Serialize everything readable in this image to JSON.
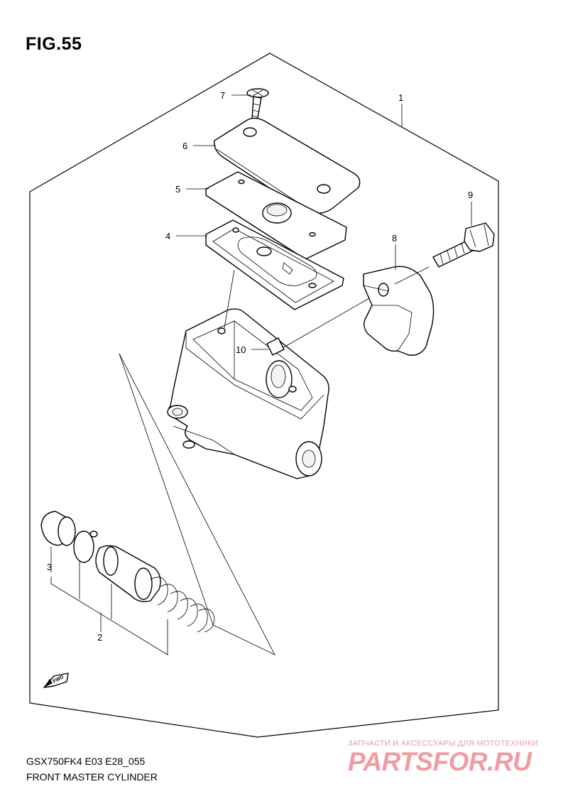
{
  "figure": {
    "title": "FIG.55",
    "model_code": "GSX750FK4 E03 E28_055",
    "caption": "FRONT MASTER CYLINDER",
    "direction_badge": "FWD"
  },
  "callouts": [
    {
      "number": "1"
    },
    {
      "number": "2"
    },
    {
      "number": "3"
    },
    {
      "number": "4"
    },
    {
      "number": "5"
    },
    {
      "number": "6"
    },
    {
      "number": "7"
    },
    {
      "number": "8"
    },
    {
      "number": "9"
    },
    {
      "number": "10"
    }
  ],
  "watermark": {
    "tagline": "ЗАПЧАСТИ И АКСЕССУАРЫ ДЛЯ МОТОТЕХНИКИ",
    "logo": "PARTSFOR.RU",
    "color": "#ef9ca2"
  }
}
